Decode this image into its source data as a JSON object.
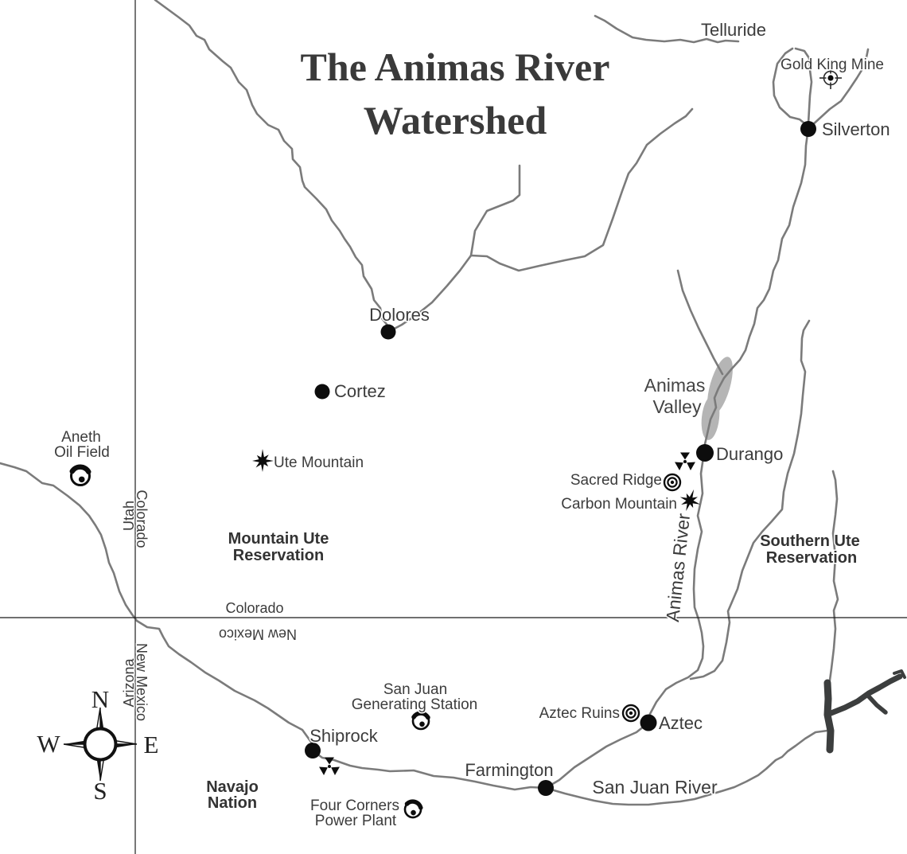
{
  "map": {
    "title": {
      "line1": "The Animas River",
      "line2": "Watershed"
    },
    "towns": {
      "telluride": "Telluride",
      "silverton": "Silverton",
      "dolores": "Dolores",
      "cortez": "Cortez",
      "durango": "Durango",
      "shiprock": "Shiprock",
      "farmington": "Farmington",
      "aztec": "Aztec"
    },
    "sites": {
      "gold_king_mine": "Gold King Mine",
      "aneth_line1": "Aneth",
      "aneth_line2": "Oil Field",
      "ute_mountain": "Ute Mountain",
      "sacred_ridge": "Sacred Ridge",
      "carbon_mountain": "Carbon Mountain",
      "aztec_ruins": "Aztec Ruins",
      "sjgs_line1": "San Juan",
      "sjgs_line2": "Generating Station",
      "fcpp_line1": "Four Corners",
      "fcpp_line2": "Power Plant"
    },
    "regions": {
      "mountain_ute_line1": "Mountain Ute",
      "mountain_ute_line2": "Reservation",
      "southern_ute_line1": "Southern Ute",
      "southern_ute_line2": "Reservation",
      "navajo_line1": "Navajo",
      "navajo_line2": "Nation",
      "animas_valley_line1": "Animas",
      "animas_valley_line2": "Valley"
    },
    "rivers": {
      "animas": "Animas River",
      "san_juan": "San Juan River"
    },
    "states": {
      "colorado_h": "Colorado",
      "new_mexico_h": "New Mexico",
      "colorado_v": "Colorado",
      "utah_v": "Utah",
      "new_mexico_v": "New Mexico",
      "arizona_v": "Arizona"
    },
    "compass": {
      "n": "N",
      "s": "S",
      "e": "E",
      "w": "W"
    },
    "icons": {
      "crosshair": "mine-location-crosshair",
      "bullseye": "archaeological-site-bullseye",
      "starburst": "mountain-starburst",
      "trefoil": "radiation-trefoil",
      "plant": "oil-power-facility",
      "town_dot": "town-dot"
    },
    "colors": {
      "river": "#7b7b7b",
      "label": "#3c3c3c",
      "title": "#3a3a3a",
      "valley_fill": "#b5b5b5",
      "reservoir": "#3c3e3e",
      "symbol": "#0d0d0d"
    }
  }
}
